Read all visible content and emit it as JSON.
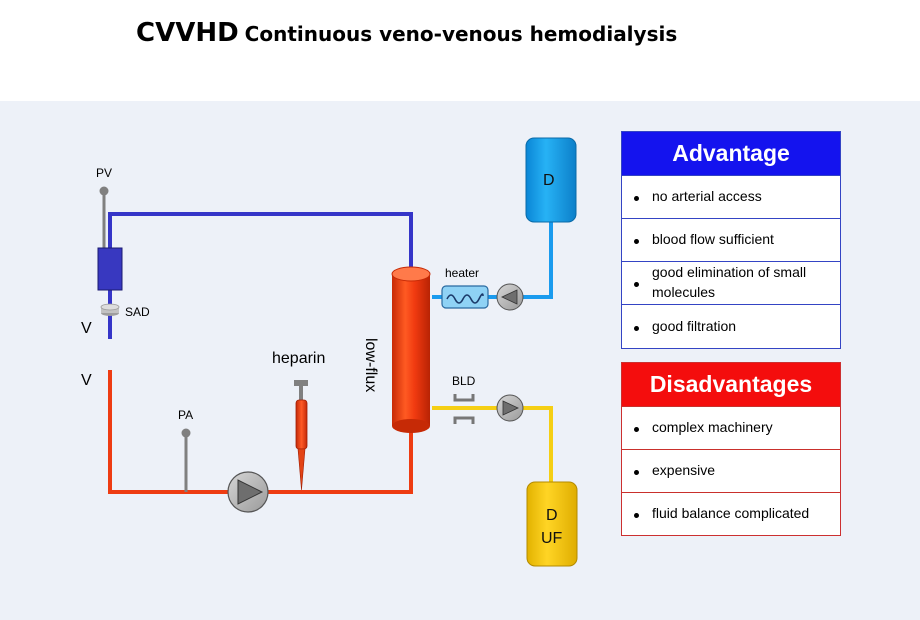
{
  "title": {
    "abbr": "CVVHD",
    "full": "Continuous veno-venous hemodialysis"
  },
  "diagram": {
    "labels": {
      "pv": "PV",
      "sad": "SAD",
      "v_top": "V",
      "v_bottom": "V",
      "pa": "PA",
      "heparin": "heparin",
      "filter": "low-flux",
      "heater": "heater",
      "bld": "BLD",
      "dialysate": "D",
      "effluent_d": "D",
      "effluent_uf": "UF"
    },
    "colors": {
      "venous_line": "#3535c8",
      "arterial_line": "#ee3c12",
      "dialysate_line": "#1a9bee",
      "effluent_line": "#f5cf14",
      "filter": "#f03a10",
      "dialysate_bag": "#15a2ec",
      "effluent_bag": "#f6c90e",
      "pump": "#a8a8a8"
    }
  },
  "advantages": {
    "header": "Advantage",
    "items": [
      "no arterial access",
      "blood flow sufficient",
      "good elimination of small molecules",
      "good filtration"
    ]
  },
  "disadvantages": {
    "header": "Disadvantages",
    "items": [
      "complex machinery",
      "expensive",
      "fluid balance complicated"
    ]
  }
}
